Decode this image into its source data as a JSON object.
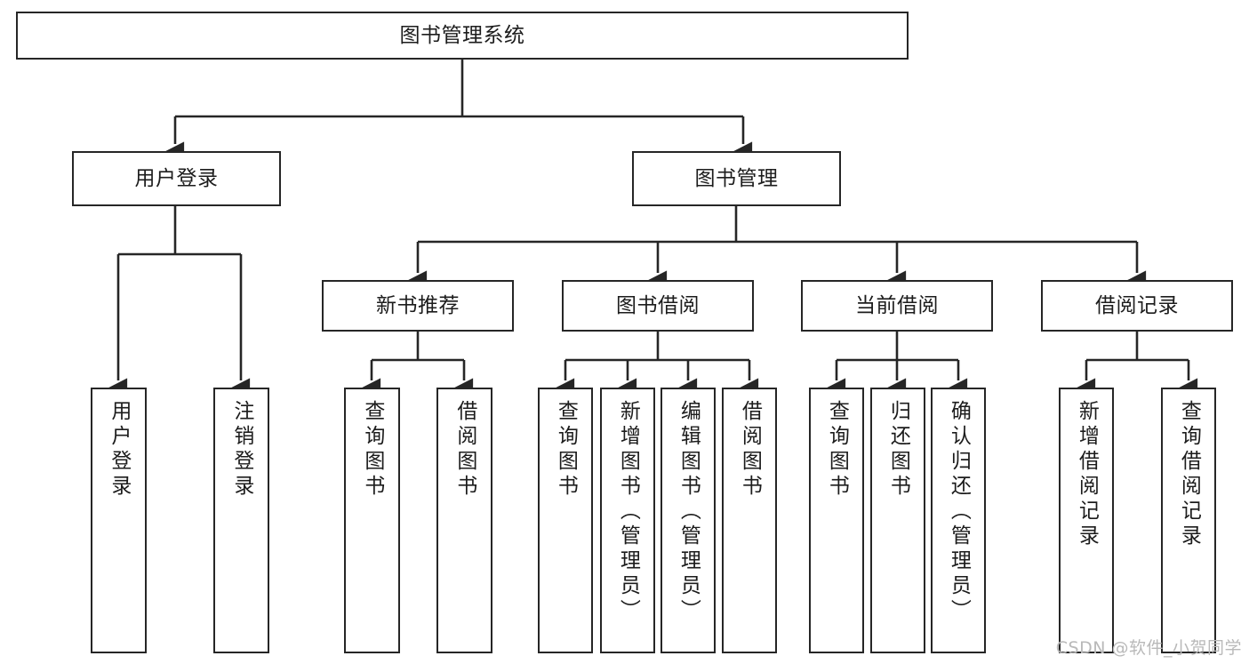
{
  "diagram": {
    "title": "图书管理系统",
    "type": "hierarchy-tree",
    "background_color": "#ffffff",
    "box_border_color": "#262626",
    "connector_color": "#262626",
    "watermark": "CSDN @软件_小贺同学",
    "levels": [
      {
        "level": 1,
        "nodes": [
          {
            "id": "root",
            "label": "图书管理系统",
            "orientation": "horizontal"
          }
        ]
      },
      {
        "level": 2,
        "nodes": [
          {
            "id": "user-login",
            "label": "用户登录",
            "orientation": "horizontal",
            "parent": "root"
          },
          {
            "id": "book-manage",
            "label": "图书管理",
            "orientation": "horizontal",
            "parent": "root"
          }
        ]
      },
      {
        "level": 3,
        "nodes": [
          {
            "id": "new-book-recommend",
            "label": "新书推荐",
            "orientation": "horizontal",
            "parent": "book-manage"
          },
          {
            "id": "book-borrow",
            "label": "图书借阅",
            "orientation": "horizontal",
            "parent": "book-manage"
          },
          {
            "id": "current-borrow",
            "label": "当前借阅",
            "orientation": "horizontal",
            "parent": "book-manage"
          },
          {
            "id": "borrow-record",
            "label": "借阅记录",
            "orientation": "horizontal",
            "parent": "book-manage"
          }
        ]
      },
      {
        "level": 4,
        "nodes": [
          {
            "id": "leaf-user-login",
            "label": "用户登录",
            "orientation": "vertical",
            "parent": "user-login"
          },
          {
            "id": "leaf-user-logout",
            "label": "注销登录",
            "orientation": "vertical",
            "parent": "user-login"
          },
          {
            "id": "leaf-query-book-1",
            "label": "查询图书",
            "orientation": "vertical",
            "parent": "new-book-recommend"
          },
          {
            "id": "leaf-borrow-book-1",
            "label": "借阅图书",
            "orientation": "vertical",
            "parent": "new-book-recommend"
          },
          {
            "id": "leaf-query-book-2",
            "label": "查询图书",
            "orientation": "vertical",
            "parent": "book-borrow"
          },
          {
            "id": "leaf-add-book",
            "label": "新增图书（管理员）",
            "orientation": "vertical",
            "parent": "book-borrow"
          },
          {
            "id": "leaf-edit-book",
            "label": "编辑图书（管理员）",
            "orientation": "vertical",
            "parent": "book-borrow"
          },
          {
            "id": "leaf-borrow-book-2",
            "label": "借阅图书",
            "orientation": "vertical",
            "parent": "book-borrow"
          },
          {
            "id": "leaf-query-book-3",
            "label": "查询图书",
            "orientation": "vertical",
            "parent": "current-borrow"
          },
          {
            "id": "leaf-return-book",
            "label": "归还图书",
            "orientation": "vertical",
            "parent": "current-borrow"
          },
          {
            "id": "leaf-confirm-return",
            "label": "确认归还（管理员）",
            "orientation": "vertical",
            "parent": "current-borrow"
          },
          {
            "id": "leaf-add-record",
            "label": "新增借阅记录",
            "orientation": "vertical",
            "parent": "borrow-record"
          },
          {
            "id": "leaf-query-record",
            "label": "查询借阅记录",
            "orientation": "vertical",
            "parent": "borrow-record"
          }
        ]
      }
    ]
  },
  "nodes": {
    "root": "图书管理系统",
    "user_login": "用户登录",
    "book_manage": "图书管理",
    "new_book_recommend": "新书推荐",
    "book_borrow": "图书借阅",
    "current_borrow": "当前借阅",
    "borrow_record": "借阅记录",
    "leaf_user_login": "用户登录",
    "leaf_user_logout": "注销登录",
    "leaf_query_book_1": "查询图书",
    "leaf_borrow_book_1": "借阅图书",
    "leaf_query_book_2": "查询图书",
    "leaf_add_book": "新增图书（管理员）",
    "leaf_edit_book": "编辑图书（管理员）",
    "leaf_borrow_book_2": "借阅图书",
    "leaf_query_book_3": "查询图书",
    "leaf_return_book": "归还图书",
    "leaf_confirm_return": "确认归还（管理员）",
    "leaf_add_record": "新增借阅记录",
    "leaf_query_record": "查询借阅记录"
  },
  "watermark": {
    "text": "CSDN @软件_小贺同学"
  }
}
